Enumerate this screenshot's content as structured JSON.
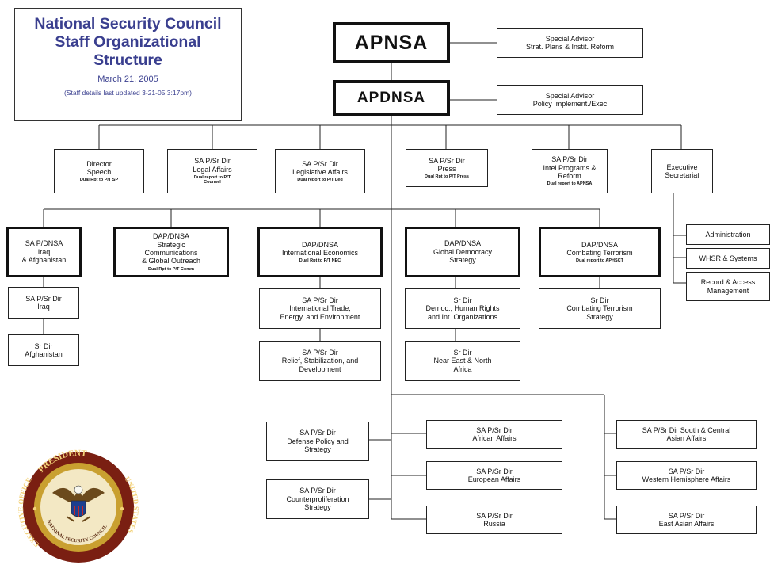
{
  "title": {
    "heading": "National Security Council\nStaff Organizational\nStructure",
    "date": "March 21, 2005",
    "note": "(Staff details last updated 3-21-05 3:17pm)"
  },
  "nodes": {
    "apnsa": {
      "label": "APNSA"
    },
    "apdnsa": {
      "label": "APDNSA"
    },
    "sa_stat": {
      "label": "Special Advisor\nStrat. Plans & Instit. Reform"
    },
    "sa_policy": {
      "label": "Special Advisor\nPolicy Implement./Exec"
    },
    "dir_speech": {
      "label": "Director\nSpeech",
      "note": "Dual Rpt to P/T SP"
    },
    "legal": {
      "label": "SA P/Sr Dir\nLegal Affairs",
      "note": "Dual report to P/T\nCounsel"
    },
    "legis": {
      "label": "SA P/Sr Dir\nLegislative Affairs",
      "note": "Dual report to P/T Leg"
    },
    "press": {
      "label": "SA P/Sr Dir\nPress",
      "note": "Dual Rpt to P/T Press"
    },
    "intel": {
      "label": "SA P/Sr Dir\nIntel Programs &\nReform",
      "note": "Dual report to APNSA"
    },
    "exec_sec": {
      "label": "Executive\nSecretariat"
    },
    "iraq_afg": {
      "label": "SA P/DNSA\nIraq\n& Afghanistan"
    },
    "strat_comm": {
      "label": "DAP/DNSA\nStrategic\nCommunications\n& Global Outreach",
      "note": "Dual Rpt to P/T Comm"
    },
    "intl_econ": {
      "label": "DAP/DNSA\nInternational Economics",
      "note": "Dual Rpt to P/T NEC"
    },
    "global_dem": {
      "label": "DAP/DNSA\nGlobal Democracy\nStrategy"
    },
    "comb_terror": {
      "label": "DAP/DNSA\nCombating Terrorism",
      "note": "Dual report to APHSCT"
    },
    "admin": {
      "label": "Administration"
    },
    "whsr": {
      "label": "WHSR & Systems"
    },
    "records": {
      "label": "Record & Access\nManagement"
    },
    "iraq_dir": {
      "label": "SA P/Sr Dir\nIraq"
    },
    "afg_dir": {
      "label": "Sr Dir\nAfghanistan"
    },
    "trade": {
      "label": "SA P/Sr Dir\nInternational Trade,\nEnergy, and Environment"
    },
    "relief": {
      "label": "SA P/Sr Dir\nRelief, Stabilization, and\nDevelopment"
    },
    "democ": {
      "label": "Sr Dir\nDemoc., Human Rights\nand Int. Organizations"
    },
    "near_east": {
      "label": "Sr Dir\nNear East & North\nAfrica"
    },
    "ct_strat": {
      "label": "Sr Dir\nCombating Terrorism\nStrategy"
    },
    "defense": {
      "label": "SA P/Sr Dir\nDefense Policy and\nStrategy"
    },
    "counterprolif": {
      "label": "SA P/Sr Dir\nCounterproliferation\nStrategy"
    },
    "african": {
      "label": "SA P/Sr Dir\nAfrican Affairs"
    },
    "european": {
      "label": "SA P/Sr Dir\nEuropean Affairs"
    },
    "russia": {
      "label": "SA P/Sr Dir\nRussia"
    },
    "south_central": {
      "label": "SA P/Sr Dir South & Central\nAsian Affairs"
    },
    "western": {
      "label": "SA P/Sr Dir\nWestern Hemisphere Affairs"
    },
    "east_asian": {
      "label": "SA P/Sr Dir\nEast Asian Affairs"
    }
  },
  "seal": {
    "text_top": "PRESIDENT",
    "text_left": "EXECUTIVE OFFICE",
    "text_right": "UNITED STATES",
    "text_inner": "NATIONAL SECURITY COUNCIL",
    "colors": {
      "outer": "#7a1f12",
      "ring": "#c9a030",
      "inner": "#f3e8c4"
    }
  }
}
